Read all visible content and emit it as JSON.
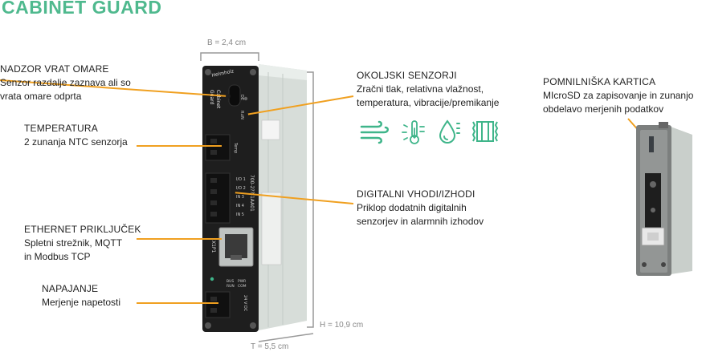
{
  "title": "CABINET GUARD",
  "dimensions": {
    "width": "B = 2,4 cm",
    "height": "H = 10,9 cm",
    "depth": "T = 5,5 cm"
  },
  "callouts": {
    "door": {
      "heading": "NADZOR VRAT OMARE",
      "lines": [
        "Senzor razdalje zaznava ali so",
        "vrata omare odprta"
      ]
    },
    "temperature": {
      "heading": "TEMPERATURA",
      "lines": [
        "2 zunanja NTC senzorja"
      ]
    },
    "ethernet": {
      "heading": "ETHERNET PRIKLJUČEK",
      "lines": [
        "Spletni strežnik, MQTT",
        "in Modbus TCP"
      ]
    },
    "power": {
      "heading": "NAPAJANJE",
      "lines": [
        "Merjenje napetosti"
      ]
    },
    "environment": {
      "heading": "OKOLJSKI SENZORJI",
      "lines": [
        "Zračni tlak, relativna vlažnost,",
        "temperatura, vibracije/premikanje"
      ]
    },
    "digital": {
      "heading": "DIGITALNI VHODI/IZHODI",
      "lines": [
        "Priklop dodatnih digitalnih",
        "senzorjev in alarmnih izhodov"
      ]
    },
    "memory": {
      "heading": "POMNILNIŠKA KARTICA",
      "lines": [
        "MIcroSD za zapisovanje in zunanjo",
        "obdelavo merjenih podatkov"
      ]
    }
  },
  "device": {
    "brand": "Helmholz",
    "name_line1": "Cabinet",
    "name_line2": "Guard",
    "model": "700-2??-1AA01",
    "port_label": "X1P1",
    "io_labels": [
      "I/O 1",
      "I/O 2",
      "IN 3",
      "IN 4",
      "IN 5"
    ],
    "temp_label": "Temp",
    "led_de": "DE",
    "led_run": "RUN",
    "power_leds": [
      "PWR",
      "COM",
      "BUS",
      "RUN"
    ],
    "power_spec": "24 V DC"
  },
  "sensor_icons": [
    "air-pressure-icon",
    "temperature-humidity-icon",
    "humidity-drop-icon",
    "vibration-icon"
  ],
  "colors": {
    "title": "#4fb98e",
    "callout_line": "#f0a020",
    "icon": "#3fb58a",
    "device_front": "#1e1e1e",
    "device_side": "#cfd6d2"
  }
}
